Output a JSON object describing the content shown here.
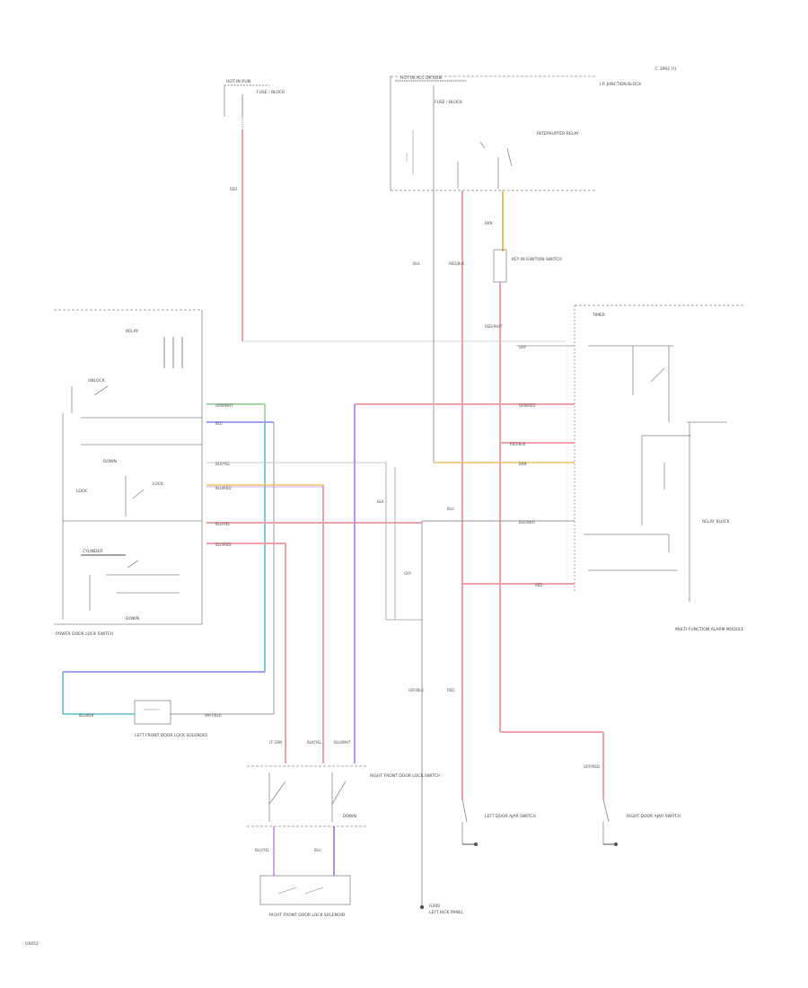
{
  "diagram": {
    "header_right": "C 1992 (?)",
    "footer_code": "G0052",
    "labels": {
      "top_fuse_box": "HOT IN ACC OR RUN",
      "top_fuse_box_desc": "FUSE / BLOCK",
      "top_left_fuse": "HOT IN RUN",
      "top_left_fuse_desc": "FUSE / BLOCK",
      "top_right_box": "I.P. JUNCTION BLOCK",
      "interior_relay": "INTERRUPTER RELAY",
      "right_module": "TIMER",
      "right_module_desc": "MULTI-FUNCTION ALARM MODULE",
      "right_module_sub": "RELAY BLOCK",
      "left_switch": "POWER DOOR LOCK SWITCH",
      "left_switch_sub_relay": "RELAY",
      "left_switch_sub_unlock": "UNLOCK",
      "left_switch_sub_lock": "LOCK",
      "left_switch_cylinder": "CYLINDER",
      "left_switch_down": "DOWN",
      "left_switch_lock_label": "LOCK",
      "left_door_switch": "LEFT FRONT DOOR LOCK SOLENOID",
      "right_door_switch": "RIGHT FRONT DOOR LOCK SWITCH",
      "rear_solenoid": "RIGHT FRONT DOOR LOCK SOLENOID",
      "rear_down": "DOWN",
      "door_switch_lf": "LEFT DOOR AJAR SWITCH",
      "door_switch_rf": "RIGHT DOOR AJAR SWITCH",
      "ground_label": "G200",
      "ground_desc": "LEFT KICK PANEL",
      "key_switch": "KEY IN IGNITION SWITCH"
    },
    "wire_labels": {
      "w1": "LT GRN",
      "w2": "BLK/YEL",
      "w3": "BLK/YEL",
      "w4": "WHT/BLK",
      "w5": "RED/WHT",
      "w6": "BLU/RED",
      "w7": "BLU/YEL",
      "w8": "GRY/BLK",
      "w9": "BLU",
      "w10": "BRN",
      "w11": "BLK/WHT",
      "w12": "BLK",
      "w13": "RED/BLK",
      "w14": "BLU/WHT",
      "w15": "GRY/RED",
      "w16": "RED",
      "w17": "BLU/YEL",
      "w18": "BLK",
      "w19": "GRY",
      "w20": "BRN",
      "w21": "GRY",
      "w22": "GRN/WHT",
      "w23": "GRN/RED",
      "w24": "BLU/BLK",
      "w25": "BLU/RED",
      "w26": "BLU"
    },
    "colors": {
      "line": "#8c8c8c",
      "dark": "#555555",
      "red": "#f0a0a8",
      "blue": "#8080f0",
      "green": "#80d080",
      "orange": "#f0c060",
      "purple": "#c090f0",
      "teal": "#60c0c8",
      "gray": "#b0b0b0"
    }
  }
}
